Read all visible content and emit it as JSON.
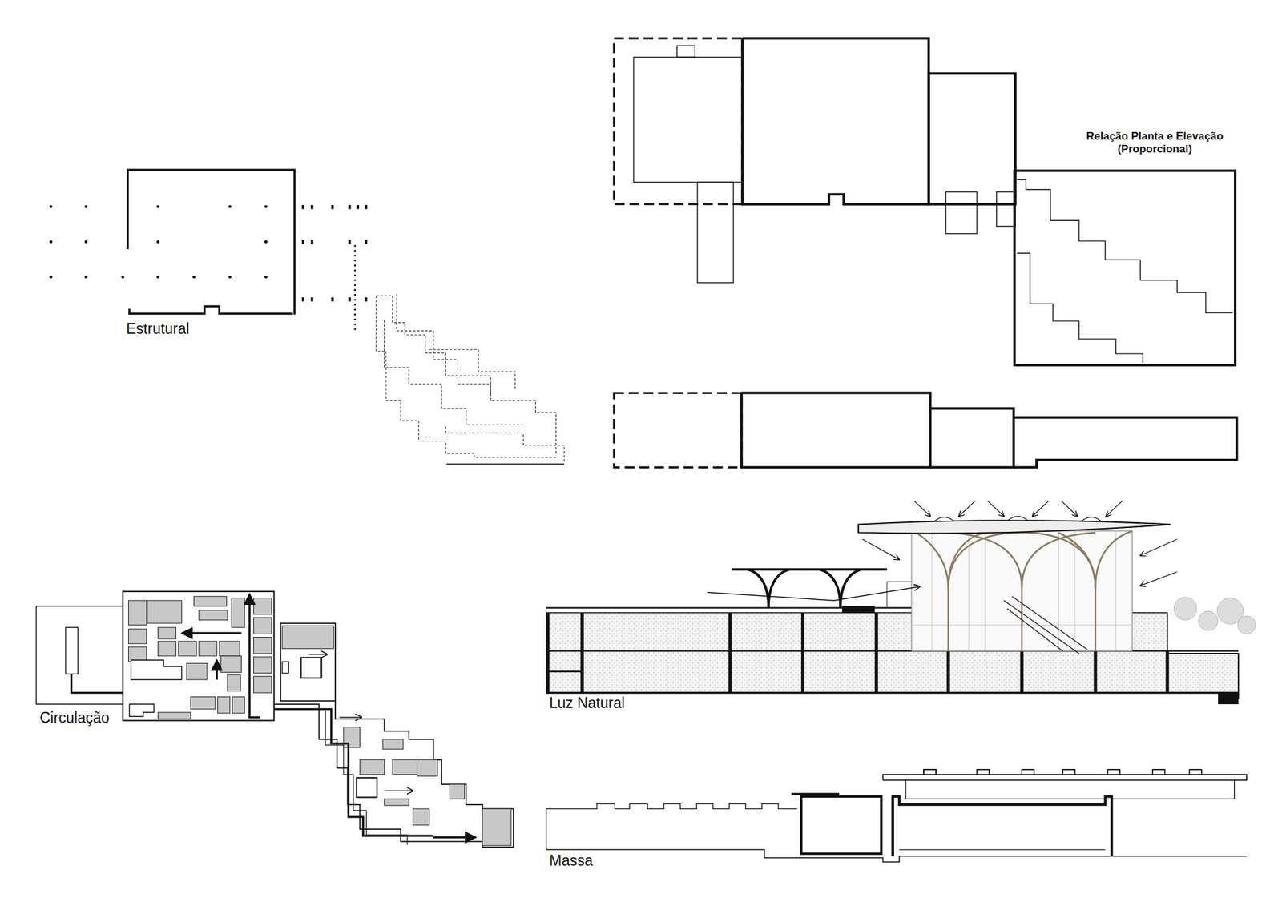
{
  "diagram": {
    "labels": [
      "Estrutural",
      "Relação Planta e Elevação (Proporcional)",
      "Circulação",
      "Luz Natural",
      "Massa"
    ]
  }
}
